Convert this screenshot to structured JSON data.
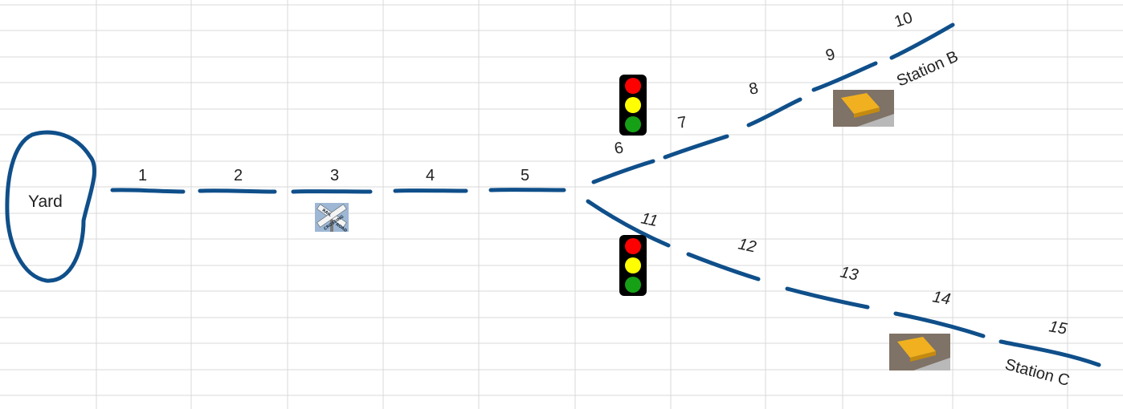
{
  "diagram": {
    "yard_label": "Yard",
    "segments": [
      {
        "id": "1",
        "label": "1"
      },
      {
        "id": "2",
        "label": "2"
      },
      {
        "id": "3",
        "label": "3"
      },
      {
        "id": "4",
        "label": "4"
      },
      {
        "id": "5",
        "label": "5"
      },
      {
        "id": "6",
        "label": "6"
      },
      {
        "id": "7",
        "label": "7"
      },
      {
        "id": "8",
        "label": "8"
      },
      {
        "id": "9",
        "label": "9"
      },
      {
        "id": "10",
        "label": "10"
      },
      {
        "id": "11",
        "label": "11"
      },
      {
        "id": "12",
        "label": "12"
      },
      {
        "id": "13",
        "label": "13"
      },
      {
        "id": "14",
        "label": "14"
      },
      {
        "id": "15",
        "label": "15"
      }
    ],
    "stations": [
      {
        "id": "B",
        "label": "Station B"
      },
      {
        "id": "C",
        "label": "Station C"
      }
    ],
    "railroad_crossing_sign": {
      "line1": "RAIL",
      "line2": "ROAD",
      "word": "CROSSING"
    },
    "icons": {
      "traffic_signal_colors": [
        "#ff0000",
        "#ffff00",
        "#16a016"
      ],
      "track_color": "#0f4f8a"
    }
  }
}
